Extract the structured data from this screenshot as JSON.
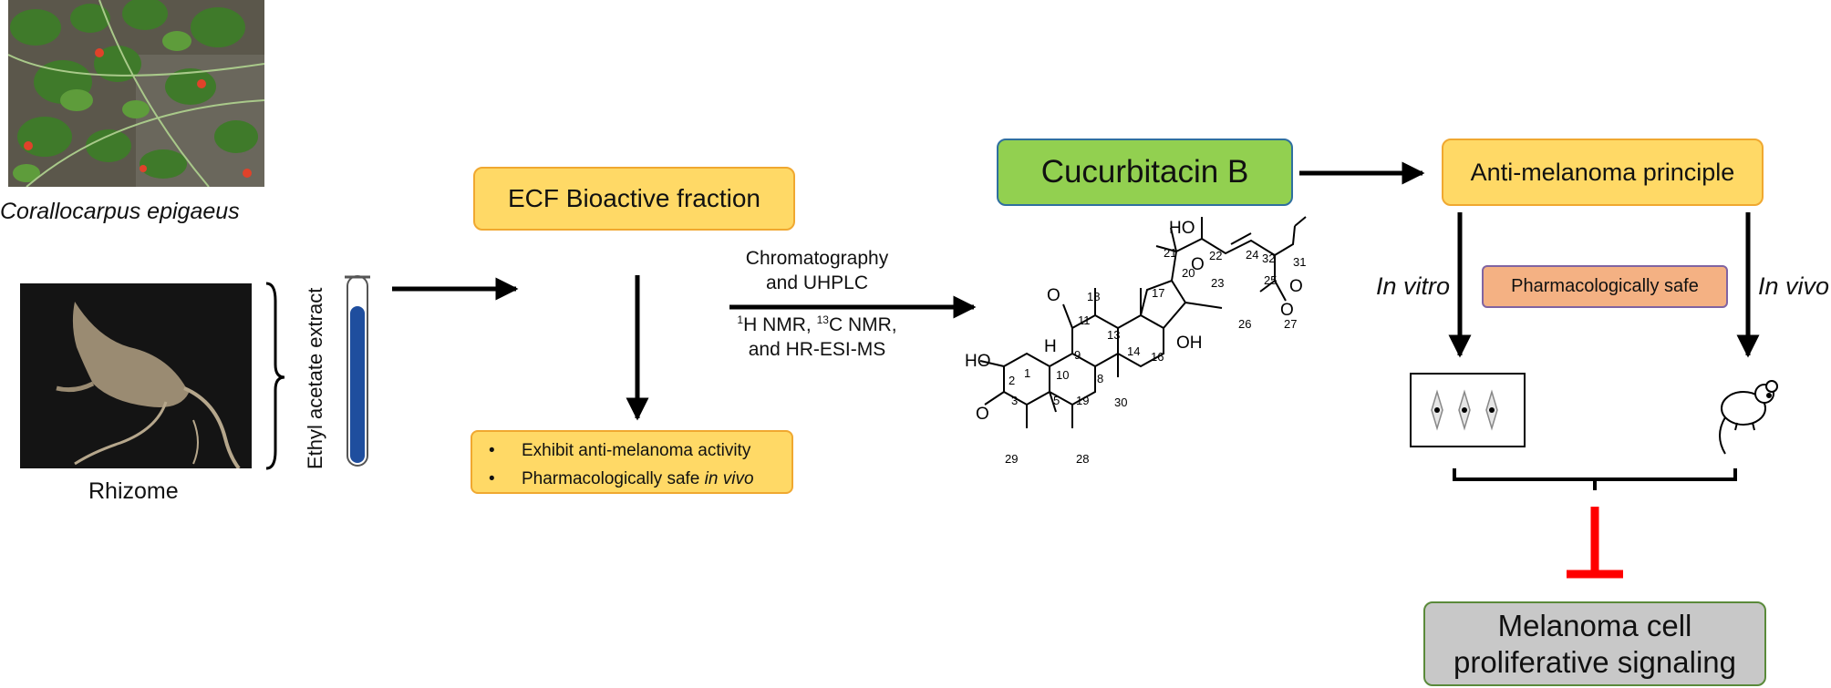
{
  "plant": {
    "species_label": "Corallocarpus epigaeus",
    "rhizome_label": "Rhizome"
  },
  "extract": {
    "label": "Ethyl acetate extract"
  },
  "fraction": {
    "title": "ECF Bioactive fraction",
    "bullets": [
      {
        "text": "Exhibit anti-melanoma activity",
        "emph": ""
      },
      {
        "text": "Pharmacologically safe ",
        "emph": "in vivo"
      }
    ]
  },
  "methods": {
    "line1": "Chromatography",
    "line2": "and UHPLC",
    "line3_a": "H NMR, ",
    "line3_sup1": "1",
    "line3_sup2": "13",
    "line3_b": "C NMR,",
    "line4": "and HR-ESI-MS"
  },
  "compound": {
    "name": "Cucurbitacin B",
    "atom_labels": [
      "HO",
      "HO",
      "OH",
      "H",
      "O",
      "O",
      "O",
      "O",
      "O"
    ],
    "numbers": [
      "1",
      "2",
      "3",
      "5",
      "8",
      "9",
      "10",
      "11",
      "13",
      "14",
      "16",
      "17",
      "18",
      "19",
      "20",
      "21",
      "22",
      "23",
      "24",
      "25",
      "26",
      "27",
      "28",
      "29",
      "30",
      "31",
      "32"
    ]
  },
  "principle": {
    "title": "Anti-melanoma principle"
  },
  "safety": {
    "label": "Pharmacologically safe"
  },
  "branches": {
    "left": "In vitro",
    "right": "In vivo"
  },
  "outcome": {
    "line1": "Melanoma cell",
    "line2": "proliferative signaling"
  },
  "colors": {
    "yellow_fill": "#ffd966",
    "green_fill": "#92d050",
    "salmon_fill": "#f4b183",
    "gray_fill": "#c8c8c8",
    "inhibit_red": "#ff0000",
    "tube_blue": "#1f4e9e"
  }
}
